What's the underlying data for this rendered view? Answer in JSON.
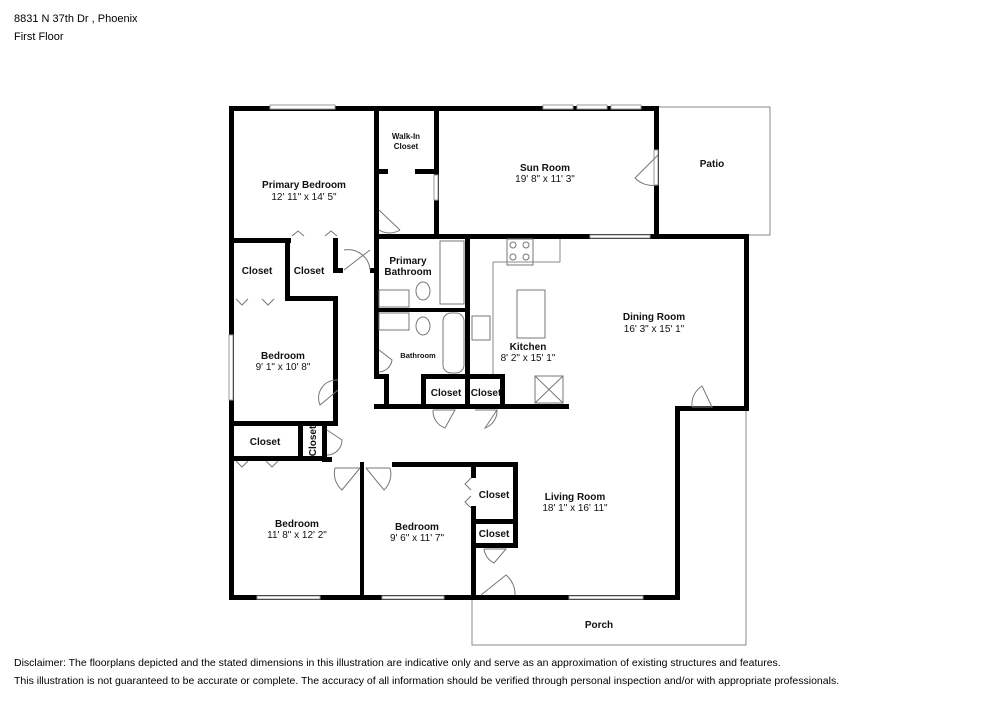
{
  "header": {
    "address": "8831 N 37th Dr , Phoenix",
    "floor": "First Floor"
  },
  "rooms": {
    "primary_bedroom": {
      "name": "Primary Bedroom",
      "dim": "12' 11\" x 14' 5\""
    },
    "walk_in_closet": {
      "name_line1": "Walk-In",
      "name_line2": "Closet"
    },
    "sun_room": {
      "name": "Sun Room",
      "dim": "19' 8\" x 11' 3\""
    },
    "patio": {
      "name": "Patio"
    },
    "closet_a": {
      "name": "Closet"
    },
    "closet_b": {
      "name": "Closet"
    },
    "primary_bathroom": {
      "name_line1": "Primary",
      "name_line2": "Bathroom"
    },
    "dining_room": {
      "name": "Dining Room",
      "dim": "16' 3\" x 15' 1\""
    },
    "bedroom_1": {
      "name": "Bedroom",
      "dim": "9' 1\" x 10' 8\""
    },
    "bathroom": {
      "name": "Bathroom"
    },
    "kitchen": {
      "name": "Kitchen",
      "dim": "8' 2\" x 15' 1\""
    },
    "closet_c": {
      "name": "Closet"
    },
    "closet_d": {
      "name": "Closet"
    },
    "closet_e": {
      "name": "Closet"
    },
    "closet_f": {
      "name": "Closet"
    },
    "living_room": {
      "name": "Living Room",
      "dim": "18' 1\" x 16' 11\""
    },
    "bedroom_2": {
      "name": "Bedroom",
      "dim": "11' 8\" x 12' 2\""
    },
    "bedroom_3": {
      "name": "Bedroom",
      "dim": "9' 6\" x 11' 7\""
    },
    "closet_g": {
      "name": "Closet"
    },
    "closet_h": {
      "name": "Closet"
    },
    "porch": {
      "name": "Porch"
    }
  },
  "disclaimer": {
    "line1": "Disclaimer: The floorplans depicted and the stated dimensions in this illustration are indicative only and serve as an approximation of existing structures and features.",
    "line2": "This illustration is not guaranteed to be accurate or complete. The accuracy of all information should be verified through personal inspection and/or with appropriate professionals."
  }
}
